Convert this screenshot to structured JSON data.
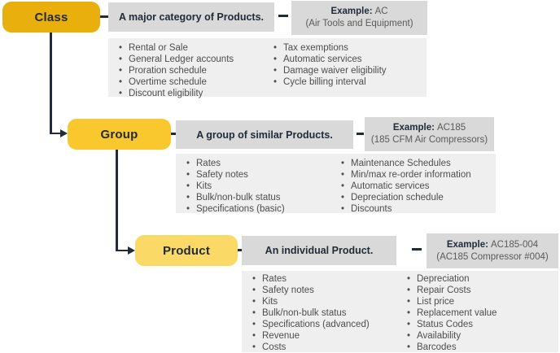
{
  "colors": {
    "class_node": "#E8AF0D",
    "group_node": "#F9C82F",
    "product_node": "#FBD967",
    "header_box": "#D9D9D9",
    "features_box": "#EFEFEF",
    "line": "#222B38",
    "header_text": "#222B38",
    "body_text": "#4D4D4D"
  },
  "levels": [
    {
      "label": "Class",
      "description": "A major category of Products.",
      "example_label": "Example:",
      "example_value": "AC",
      "example_note": "(Air Tools and Equipment)",
      "features_left": [
        "Rental or Sale",
        "General Ledger accounts",
        "Proration schedule",
        "Overtime schedule",
        "Discount eligibility"
      ],
      "features_right": [
        "Tax exemptions",
        "Automatic services",
        "Damage waiver eligibility",
        "Cycle billing interval"
      ]
    },
    {
      "label": "Group",
      "description": "A group of similar Products.",
      "example_label": "Example:",
      "example_value": "AC185",
      "example_note": "(185 CFM Air Compressors)",
      "features_left": [
        "Rates",
        "Safety notes",
        "Kits",
        "Bulk/non-bulk status",
        "Specifications (basic)"
      ],
      "features_right": [
        "Maintenance Schedules",
        "Min/max re-order information",
        "Automatic services",
        "Depreciation schedule",
        "Discounts"
      ]
    },
    {
      "label": "Product",
      "description": "An individual Product.",
      "example_label": "Example:",
      "example_value": "AC185-004",
      "example_note": "(AC185 Compressor #004)",
      "features_left": [
        "Rates",
        "Safety notes",
        "Kits",
        "Bulk/non-bulk status",
        "Specifications (advanced)",
        "Revenue",
        "Costs"
      ],
      "features_right": [
        "Depreciation",
        "Repair Costs",
        "List price",
        "Replacement value",
        "Status Codes",
        "Availability",
        "Barcodes"
      ]
    }
  ]
}
